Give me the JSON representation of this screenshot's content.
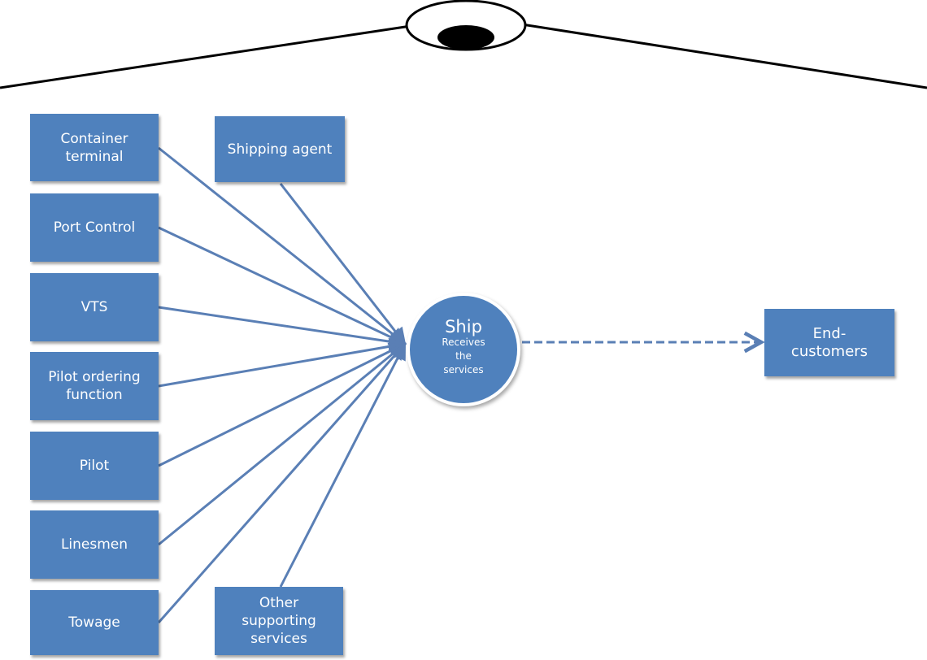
{
  "colors": {
    "box_fill": "#4f81bd",
    "text": "#ffffff",
    "connector": "#5a7fb5",
    "outline": "#000000"
  },
  "left_nodes": [
    {
      "label": "Container\nterminal"
    },
    {
      "label": "Port Control"
    },
    {
      "label": "VTS"
    },
    {
      "label": "Pilot ordering\nfunction"
    },
    {
      "label": "Pilot"
    },
    {
      "label": "Linesmen"
    },
    {
      "label": "Towage"
    }
  ],
  "center_nodes": {
    "shipping_agent": "Shipping agent",
    "other_services": "Other\nsupporting\nservices"
  },
  "ship": {
    "title": "Ship",
    "subtitle": "Receives\nthe\nservices"
  },
  "end_node": {
    "label": "End-\ncustomers"
  },
  "top_symbol": {
    "icon": "eye-icon"
  }
}
